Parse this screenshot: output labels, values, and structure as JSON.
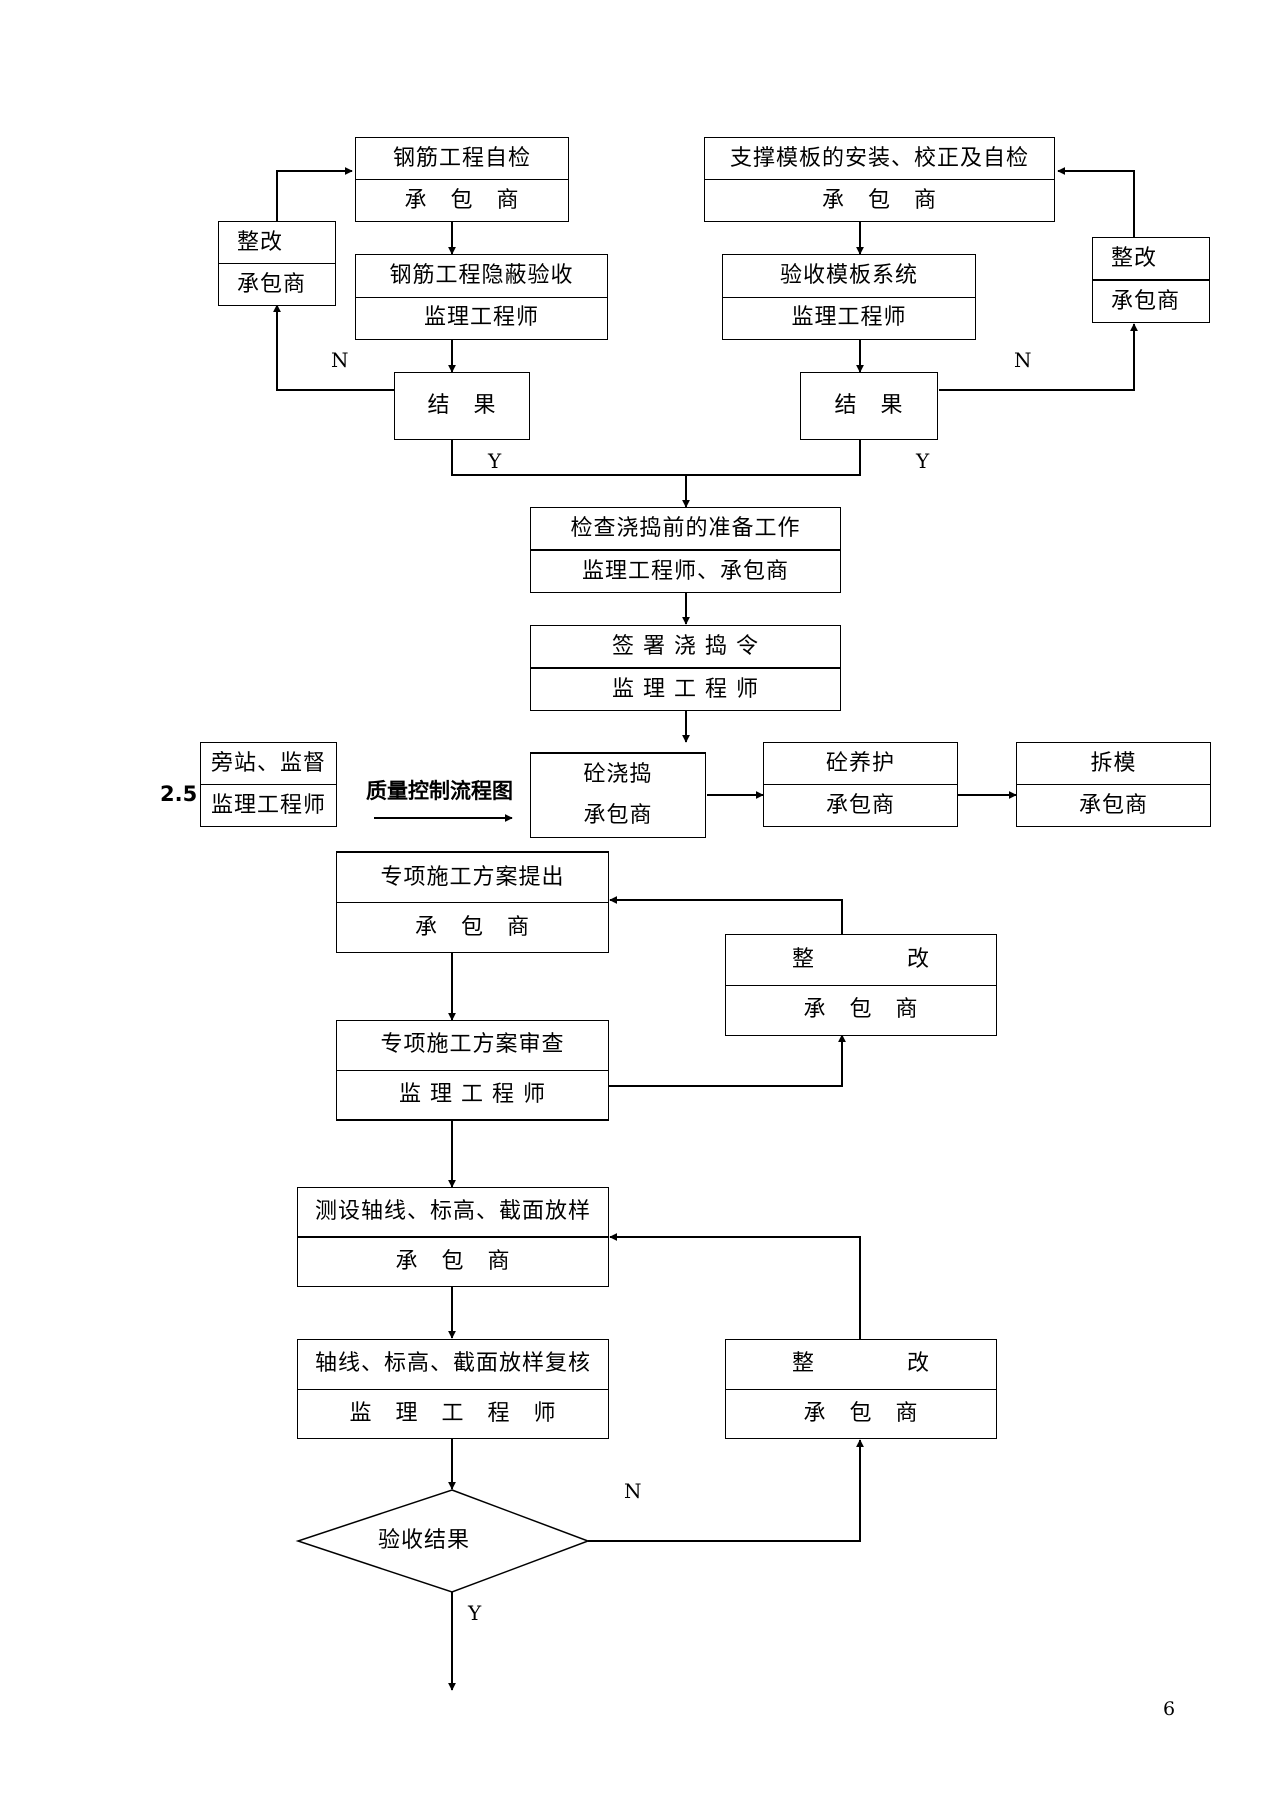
{
  "section_number": "2.5",
  "section_title": "质量控制流程图",
  "page_number": "6",
  "boxes": {
    "rebar_selfcheck": {
      "line1": "钢筋工程自检",
      "line2": "承　包　商"
    },
    "rebar_rectify": {
      "line1": "整改",
      "line2": "承包商"
    },
    "rebar_hidden_inspection": {
      "line1": "钢筋工程隐蔽验收",
      "line2": "监理工程师"
    },
    "rebar_result": {
      "line1": "结　果"
    },
    "formwork_install": {
      "line1": "支撑模板的安装、校正及自检",
      "line2": "承　包　商"
    },
    "formwork_rectify": {
      "line1": "整改",
      "line2": "承包商"
    },
    "formwork_accept": {
      "line1": "验收模板系统",
      "line2": "监理工程师"
    },
    "formwork_result": {
      "line1": "结　果"
    },
    "pour_prep_check": {
      "line1": "检查浇捣前的准备工作",
      "line2": "监理工程师、承包商"
    },
    "pour_order": {
      "line1": "签 署 浇 捣 令",
      "line2": "监 理 工 程 师"
    },
    "sidestand": {
      "line1": "旁站、监督",
      "line2": "监理工程师"
    },
    "concrete_pour": {
      "line1": "砼浇捣",
      "line2": "承包商"
    },
    "concrete_cure": {
      "line1": "砼养护",
      "line2": "承包商"
    },
    "form_removal": {
      "line1": "拆模",
      "line2": "承包商"
    },
    "special_plan_submit": {
      "line1": "专项施工方案提出",
      "line2": "承　包　商"
    },
    "special_plan_rectify": {
      "line1": "整　　　　改",
      "line2": "承　包　商"
    },
    "special_plan_review": {
      "line1": "专项施工方案审查",
      "line2": "监 理 工 程 师"
    },
    "survey_setout": {
      "line1": "测设轴线、标高、截面放样",
      "line2": "承　包　商"
    },
    "survey_recheck": {
      "line1": "轴线、标高、截面放样复核",
      "line2": "监　理　工　程　师"
    },
    "survey_rectify": {
      "line1": "整　　　　改",
      "line2": "承　包　商"
    }
  },
  "decision": {
    "label": "验收结果"
  },
  "branch_labels": {
    "no": "N",
    "yes": "Y"
  }
}
